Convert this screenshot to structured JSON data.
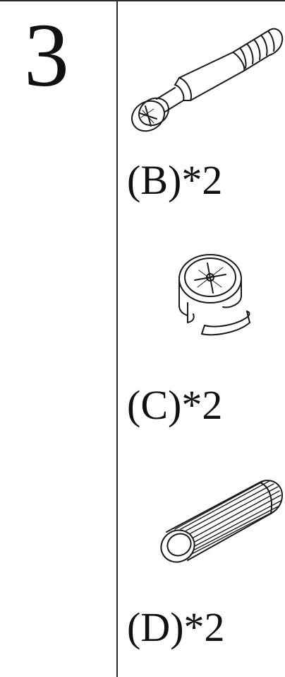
{
  "step": {
    "number": "3"
  },
  "parts": [
    {
      "label": "(B)*2",
      "icon": "cam-bolt-icon"
    },
    {
      "label": "(C)*2",
      "icon": "cam-lock-icon"
    },
    {
      "label": "(D)*2",
      "icon": "wood-dowel-icon"
    }
  ]
}
